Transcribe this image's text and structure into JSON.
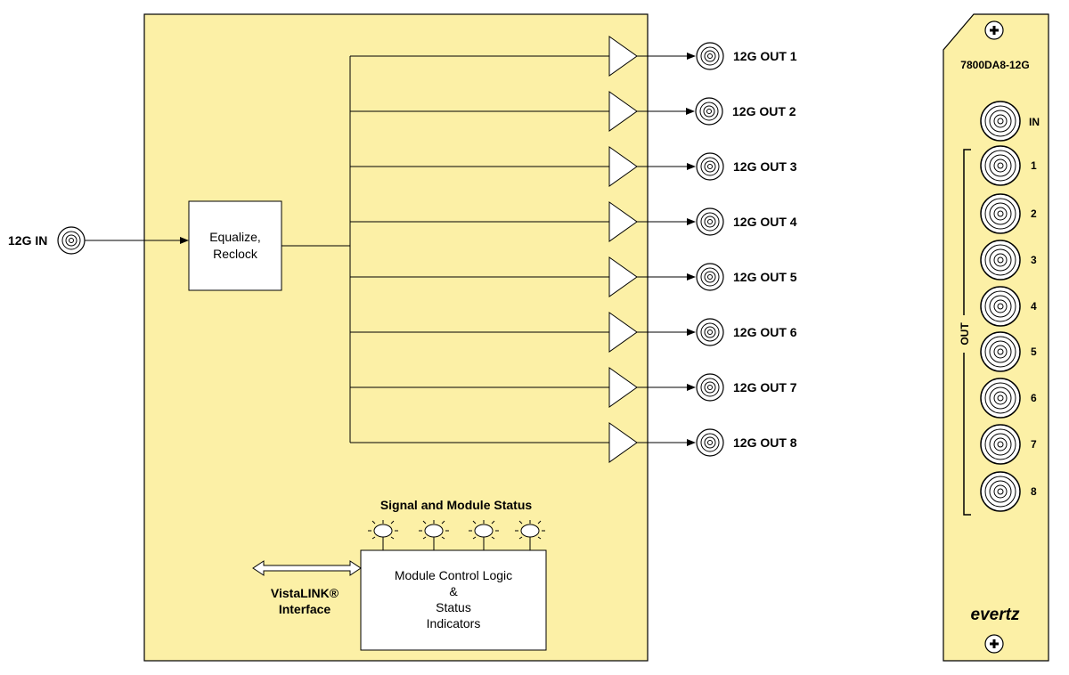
{
  "diagram": {
    "input_label": "12G IN",
    "eq_line1": "Equalize,",
    "eq_line2": "Reclock",
    "outputs": [
      "12G OUT 1",
      "12G OUT 2",
      "12G OUT 3",
      "12G OUT 4",
      "12G OUT 5",
      "12G OUT 6",
      "12G OUT 7",
      "12G OUT 8"
    ],
    "status_title": "Signal and Module Status",
    "vistalink_line1": "VistaLINK®",
    "vistalink_line2": "Interface",
    "control_line1": "Module Control Logic",
    "control_line2": "&",
    "control_line3": "Status",
    "control_line4": "Indicators"
  },
  "panel": {
    "model": "7800DA8-12G",
    "in_label": "IN",
    "out_label": "OUT",
    "out_numbers": [
      "1",
      "2",
      "3",
      "4",
      "5",
      "6",
      "7",
      "8"
    ],
    "logo": "evertz"
  },
  "colors": {
    "module_fill": "#fcf0a6",
    "line": "#000000",
    "panel_fill": "#fcf0a6"
  }
}
